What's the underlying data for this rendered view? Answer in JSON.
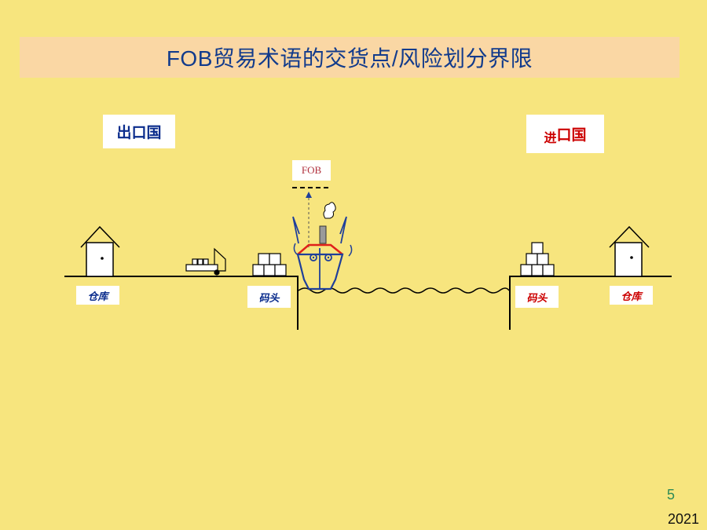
{
  "title": "FOB贸易术语的交货点/风险划分界限",
  "countries": {
    "export": "出口国",
    "import_prefix": "进",
    "import_rest": "口国"
  },
  "fob_label": "FOB",
  "labels": {
    "warehouse_left": "仓库",
    "dock_left": "码头",
    "dock_right": "码头",
    "warehouse_right": "仓库"
  },
  "footer": {
    "page_number": "5",
    "year": "2021"
  },
  "colors": {
    "background": "#F7E57E",
    "title_bar": "#FAD7A4",
    "export_text": "#0A2C8C",
    "import_text": "#CC0000",
    "ship_blue": "#1F3F9A",
    "ship_red": "#E0201A"
  }
}
